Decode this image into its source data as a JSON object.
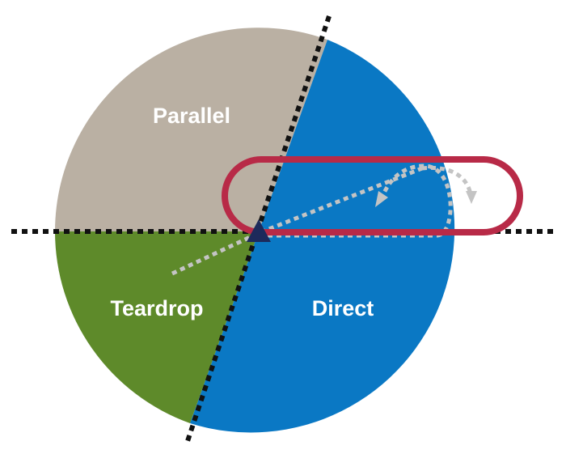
{
  "labels": {
    "parallel": "Parallel",
    "direct": "Direct",
    "teardrop": "Teardrop"
  },
  "colors": {
    "parallel": "#bab0a3",
    "direct": "#0a78c4",
    "teardrop": "#5e8a2a",
    "holding_pattern": "#b82a47",
    "dashed_lines": "#111111",
    "path_arrows": "#c4c4c4",
    "aircraft_marker": "#1d2a5b"
  },
  "icons": {
    "aircraft_marker": "triangle-icon"
  }
}
